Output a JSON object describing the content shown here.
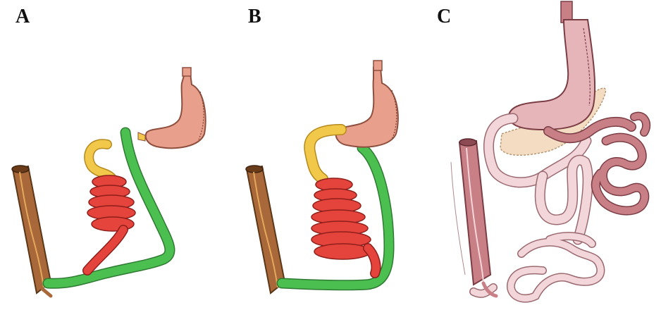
{
  "panels": [
    {
      "letter": "A"
    },
    {
      "letter": "B"
    },
    {
      "letter": "C"
    }
  ],
  "colors": {
    "stomach": "#e8a08c",
    "stomach_dark": "#c97a66",
    "duodenum_yellow": "#f2c84b",
    "small_bowel_red": "#e5443d",
    "limb_green": "#4bbf4f",
    "colon_brown": "#a8683a",
    "panel_c_pink": "#e6b5ba",
    "panel_c_dark_pink": "#c97f86",
    "pancreas": "#f3dcc1"
  }
}
